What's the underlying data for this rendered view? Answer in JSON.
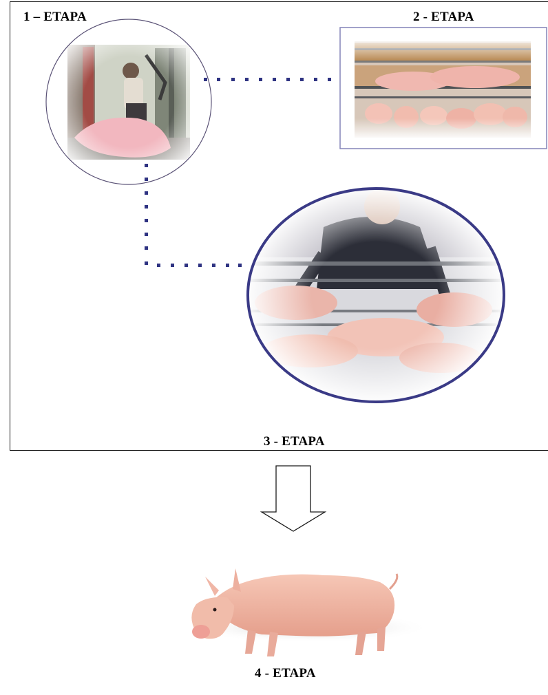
{
  "stages": {
    "stage1_label": "1 – ETAPA",
    "stage2_label": "2 - ETAPA",
    "stage3_label": "3 - ETAPA",
    "stage4_label": "4 - ETAPA"
  },
  "colors": {
    "connector": "#2f3382",
    "ellipse_border": "#3a3a86",
    "frame_border": "#111111"
  },
  "icons": [
    "stage1-photo",
    "stage2-photo",
    "stage3-photo",
    "down-arrow-icon",
    "pig-illustration"
  ]
}
